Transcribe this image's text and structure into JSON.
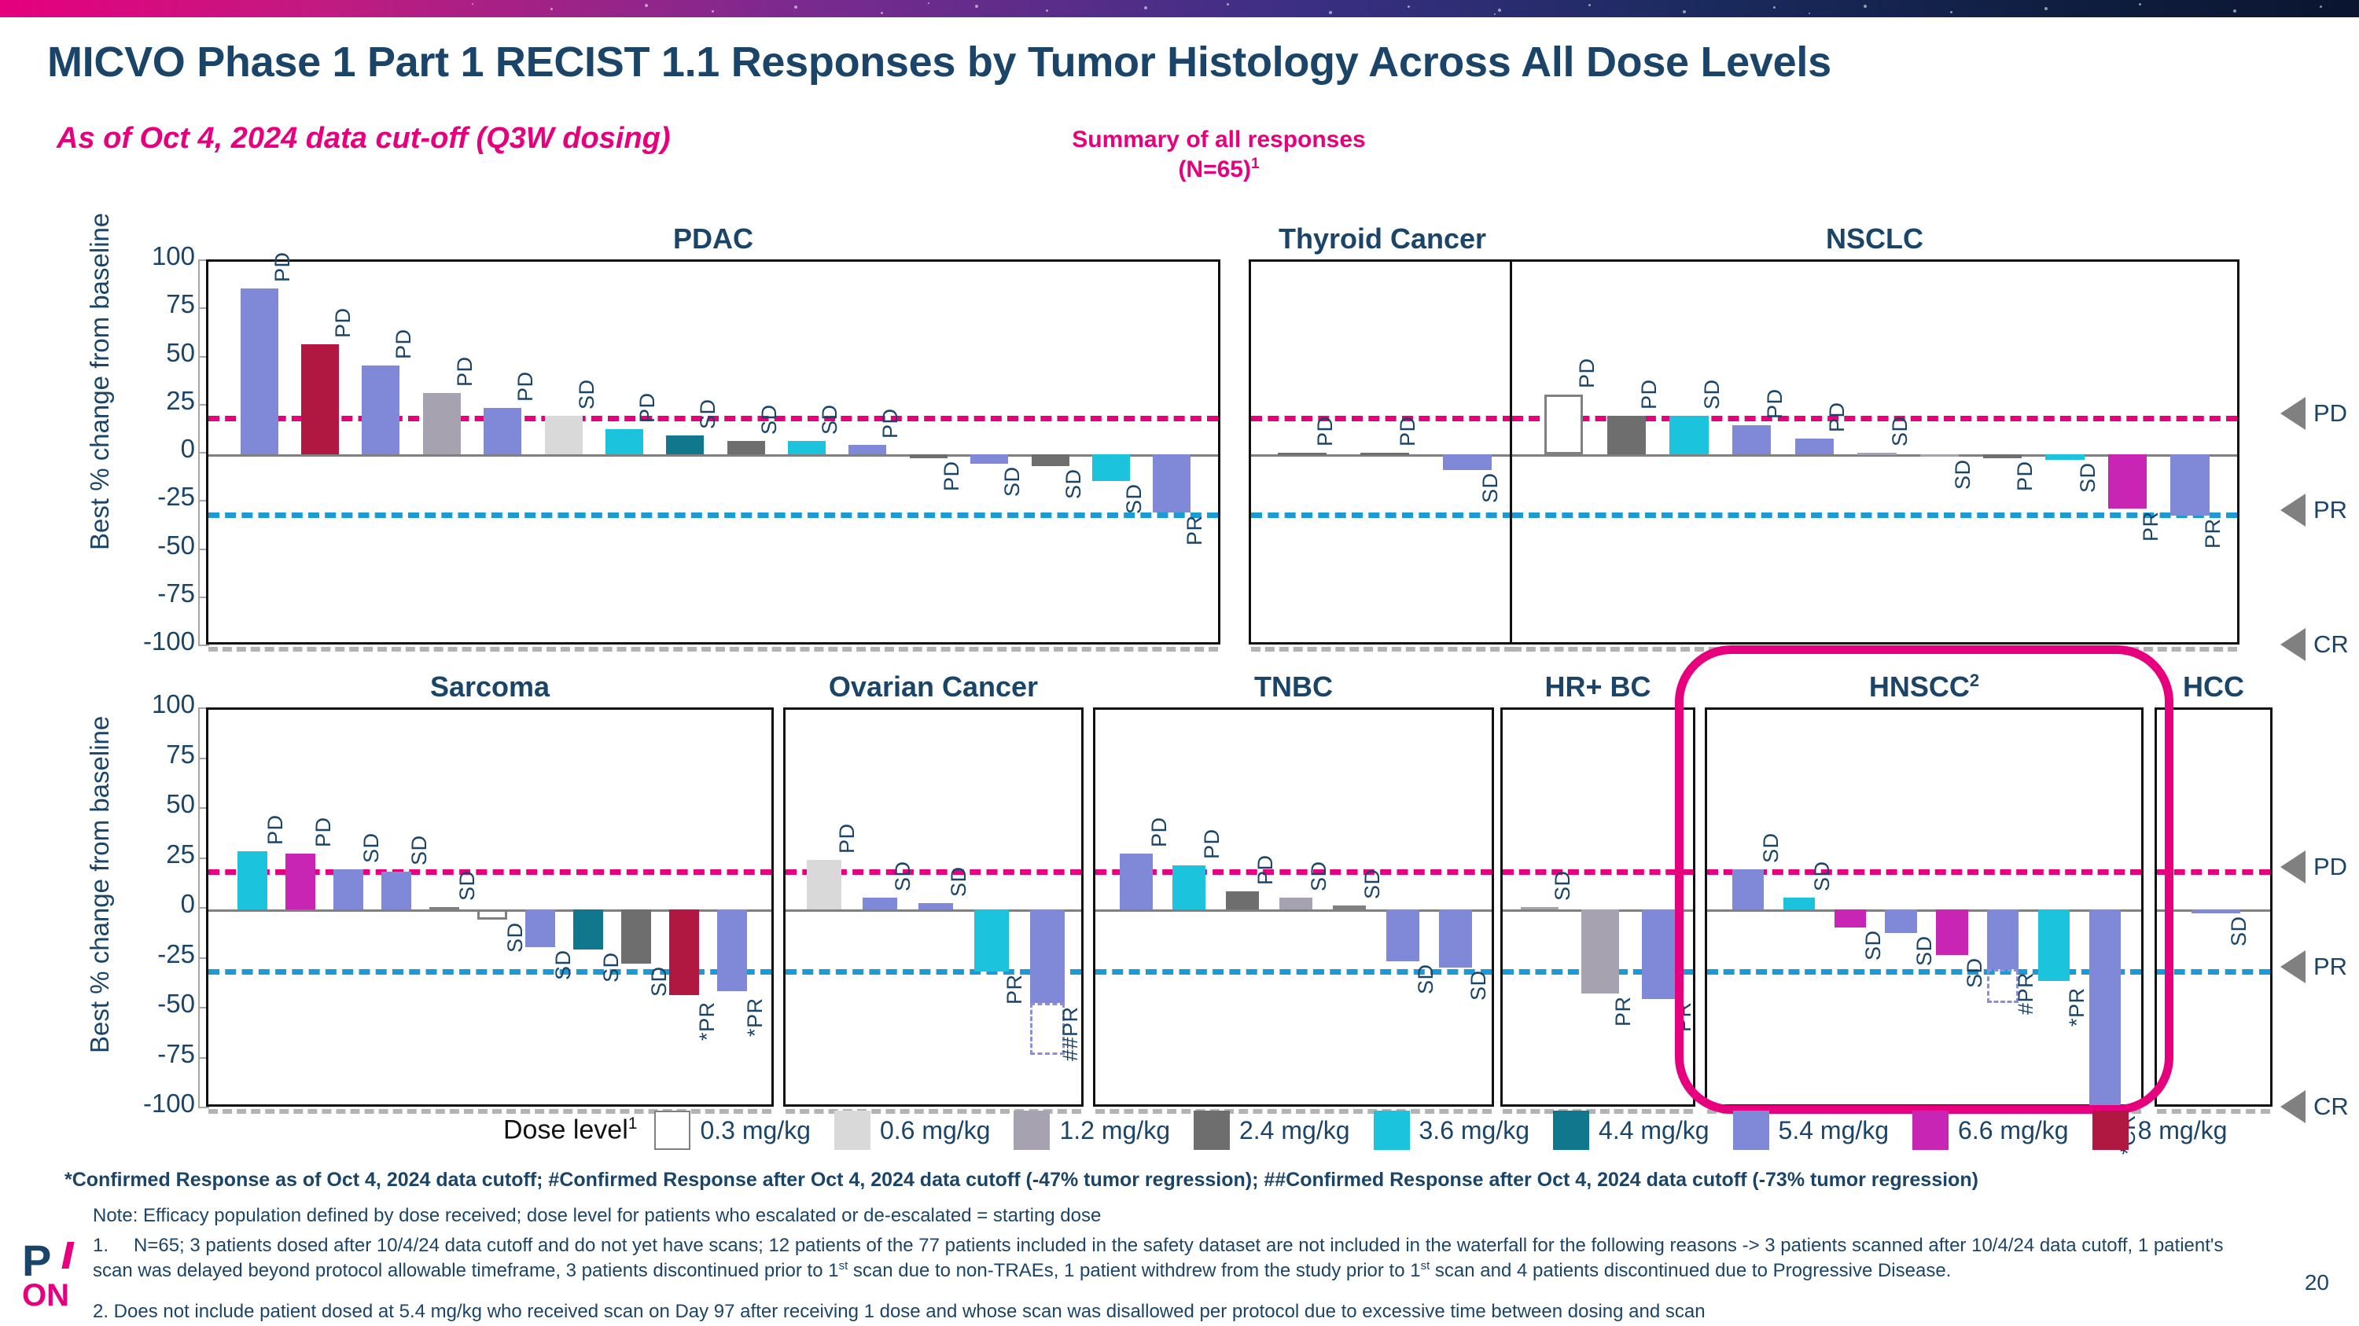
{
  "header": {
    "title": "MICVO Phase 1 Part 1 RECIST 1.1 Responses by Tumor Histology Across All Dose Levels",
    "subtitle": "As of Oct 4, 2024 data cut-off (Q3W dosing)",
    "summary_line1": "Summary of all responses",
    "summary_line2": "(N=65)",
    "summary_superscript": "1"
  },
  "axis": {
    "y_title": "Best % change from baseline",
    "yticks": [
      100,
      75,
      50,
      25,
      0,
      -25,
      -50,
      -75,
      -100
    ],
    "ylim": [
      -100,
      100
    ]
  },
  "reference_markers": [
    {
      "name": "PD",
      "value": 20,
      "color": "#e6007e"
    },
    {
      "name": "PR",
      "value": -30,
      "color": "#1b9ad6"
    },
    {
      "name": "CR",
      "value": -100,
      "color": "#b3b3b3"
    }
  ],
  "dose_legend": {
    "title": "Dose level",
    "title_superscript": "1",
    "items": [
      {
        "label": "0.3 mg/kg",
        "color": "#ffffff",
        "border": "#808080"
      },
      {
        "label": "0.6 mg/kg",
        "color": "#d9d9d9",
        "border": "#d9d9d9"
      },
      {
        "label": "1.2 mg/kg",
        "color": "#a6a2b0",
        "border": "#a6a2b0"
      },
      {
        "label": "2.4 mg/kg",
        "color": "#6e6e6e",
        "border": "#6e6e6e"
      },
      {
        "label": "3.6 mg/kg",
        "color": "#1cc3dd",
        "border": "#1cc3dd"
      },
      {
        "label": "4.4 mg/kg",
        "color": "#11778c",
        "border": "#11778c"
      },
      {
        "label": "5.4 mg/kg",
        "color": "#8089d8",
        "border": "#8089d8"
      },
      {
        "label": "6.6 mg/kg",
        "color": "#c925b5",
        "border": "#c925b5"
      },
      {
        "label": "8 mg/kg",
        "color": "#b01842",
        "border": "#b01842"
      }
    ]
  },
  "footnotes": {
    "star_note": "*Confirmed Response as of Oct 4, 2024 data cutoff; #Confirmed Response after Oct 4, 2024 data cutoff (-47% tumor regression); ##Confirmed Response after Oct 4, 2024 data cutoff (-73% tumor regression)",
    "note": "Note: Efficacy population defined by dose received; dose level for patients who escalated or de-escalated = starting dose",
    "note1_number": "1.",
    "note1_text": "N=65; 3 patients dosed after 10/4/24 data cutoff and do not yet have scans; 12 patients of the 77 patients included in the safety dataset are not included in the waterfall for the following reasons -> 3 patients scanned after 10/4/24 data cutoff, 1 patient's scan was delayed beyond protocol allowable timeframe, 3 patients discontinued prior to 1st scan due to non-TRAEs, 1 patient withdrew from the study prior to 1st scan and 4 patients discontinued due to Progressive Disease.",
    "note2_text": "2. Does not include patient dosed at 5.4 mg/kg who received scan on Day 97 after receiving 1 dose and whose scan was disallowed per protocol due to excessive time between dosing and scan",
    "page_number": "20"
  },
  "logo": {
    "p_text": "P",
    "on_text": "ON"
  },
  "chart_data": [
    {
      "type": "bar",
      "title": "PDAC",
      "row": 0,
      "ylabel": "Best % change from baseline",
      "ylim": [
        -100,
        100
      ],
      "values": [
        86,
        57,
        46,
        32,
        24,
        20,
        13,
        10,
        7,
        7,
        5,
        -2,
        -5,
        -6,
        -14,
        -30
      ],
      "responses": [
        "PD",
        "PD",
        "PD",
        "PD",
        "PD",
        "SD",
        "PD",
        "SD",
        "SD",
        "SD",
        "PD",
        "PD",
        "SD",
        "SD",
        "SD",
        "PR"
      ],
      "doses": [
        "5.4 mg/kg",
        "8 mg/kg",
        "5.4 mg/kg",
        "1.2 mg/kg",
        "5.4 mg/kg",
        "0.6 mg/kg",
        "3.6 mg/kg",
        "4.4 mg/kg",
        "2.4 mg/kg",
        "3.6 mg/kg",
        "5.4 mg/kg",
        "2.4 mg/kg",
        "5.4 mg/kg",
        "2.4 mg/kg",
        "3.6 mg/kg",
        "5.4 mg/kg"
      ]
    },
    {
      "type": "bar",
      "title": "Thyroid Cancer",
      "row": 0,
      "ylim": [
        -100,
        100
      ],
      "values": [
        1,
        1,
        -8
      ],
      "responses": [
        "PD",
        "PD",
        "SD"
      ],
      "doses": [
        "2.4 mg/kg",
        "2.4 mg/kg",
        "5.4 mg/kg"
      ]
    },
    {
      "type": "bar",
      "title": "NSCLC",
      "row": 0,
      "ylim": [
        -100,
        100
      ],
      "values": [
        31,
        20,
        20,
        15,
        8,
        1,
        -1,
        -2,
        -3,
        -28,
        -32
      ],
      "responses": [
        "PD",
        "PD",
        "SD",
        "PD",
        "PD",
        "SD",
        "SD",
        "PD",
        "SD",
        "PR",
        "PR"
      ],
      "doses": [
        "0.3 mg/kg",
        "2.4 mg/kg",
        "3.6 mg/kg",
        "5.4 mg/kg",
        "5.4 mg/kg",
        "1.2 mg/kg",
        "1.2 mg/kg",
        "2.4 mg/kg",
        "3.6 mg/kg",
        "6.6 mg/kg",
        "5.4 mg/kg"
      ]
    },
    {
      "type": "bar",
      "title": "Sarcoma",
      "row": 1,
      "ylabel": "Best % change from baseline",
      "ylim": [
        -100,
        100
      ],
      "values": [
        29,
        28,
        20,
        19,
        1,
        -5,
        -19,
        -20,
        -27,
        -43,
        -41
      ],
      "responses": [
        "PD",
        "PD",
        "SD",
        "SD",
        "SD",
        "SD",
        "SD",
        "SD",
        "SD",
        "*PR",
        "*PR"
      ],
      "doses": [
        "3.6 mg/kg",
        "6.6 mg/kg",
        "5.4 mg/kg",
        "5.4 mg/kg",
        "0.3 mg/kg",
        "0.3 mg/kg",
        "5.4 mg/kg",
        "4.4 mg/kg",
        "2.4 mg/kg",
        "8 mg/kg",
        "5.4 mg/kg"
      ]
    },
    {
      "type": "bar",
      "title": "Ovarian Cancer",
      "row": 1,
      "ylim": [
        -100,
        100
      ],
      "values": [
        25,
        6,
        3,
        -31,
        -47
      ],
      "responses": [
        "PD",
        "SD",
        "SD",
        "PR",
        "##PR"
      ],
      "doses": [
        "0.6 mg/kg",
        "5.4 mg/kg",
        "5.4 mg/kg",
        "3.6 mg/kg",
        "5.4 mg/kg"
      ],
      "ghost_extension": {
        "index": 4,
        "to": -73,
        "note": "dashed outline to -73% confirmed later"
      }
    },
    {
      "type": "bar",
      "title": "TNBC",
      "row": 1,
      "ylim": [
        -100,
        100
      ],
      "values": [
        28,
        22,
        9,
        6,
        2,
        -26,
        -29
      ],
      "responses": [
        "PD",
        "PD",
        "PD",
        "SD",
        "SD",
        "SD",
        "SD"
      ],
      "doses": [
        "5.4 mg/kg",
        "3.6 mg/kg",
        "2.4 mg/kg",
        "1.2 mg/kg",
        "0.3 mg/kg",
        "5.4 mg/kg",
        "5.4 mg/kg"
      ]
    },
    {
      "type": "bar",
      "title": "HR+ BC",
      "row": 1,
      "ylim": [
        -100,
        100
      ],
      "values": [
        1,
        -42,
        -45
      ],
      "responses": [
        "SD",
        "PR",
        "PR"
      ],
      "doses": [
        "1.2 mg/kg",
        "1.2 mg/kg",
        "5.4 mg/kg"
      ]
    },
    {
      "type": "bar",
      "title": "HNSCC",
      "title_superscript": "2",
      "row": 1,
      "ylim": [
        -100,
        100
      ],
      "values": [
        20,
        6,
        -9,
        -12,
        -23,
        -30,
        -36,
        -100
      ],
      "responses": [
        "SD",
        "SD",
        "SD",
        "SD",
        "SD",
        "#PR",
        "*PR",
        "*CR"
      ],
      "doses": [
        "5.4 mg/kg",
        "3.6 mg/kg",
        "6.6 mg/kg",
        "5.4 mg/kg",
        "6.6 mg/kg",
        "5.4 mg/kg",
        "3.6 mg/kg",
        "5.4 mg/kg"
      ],
      "ghost_extension": {
        "index": 5,
        "to": -47,
        "note": "dashed outline to -47% confirmed later"
      },
      "highlighted": true
    },
    {
      "type": "bar",
      "title": "HCC",
      "row": 1,
      "ylim": [
        -100,
        100
      ],
      "values": [
        -2
      ],
      "responses": [
        "SD"
      ],
      "doses": [
        "5.4 mg/kg"
      ]
    }
  ]
}
